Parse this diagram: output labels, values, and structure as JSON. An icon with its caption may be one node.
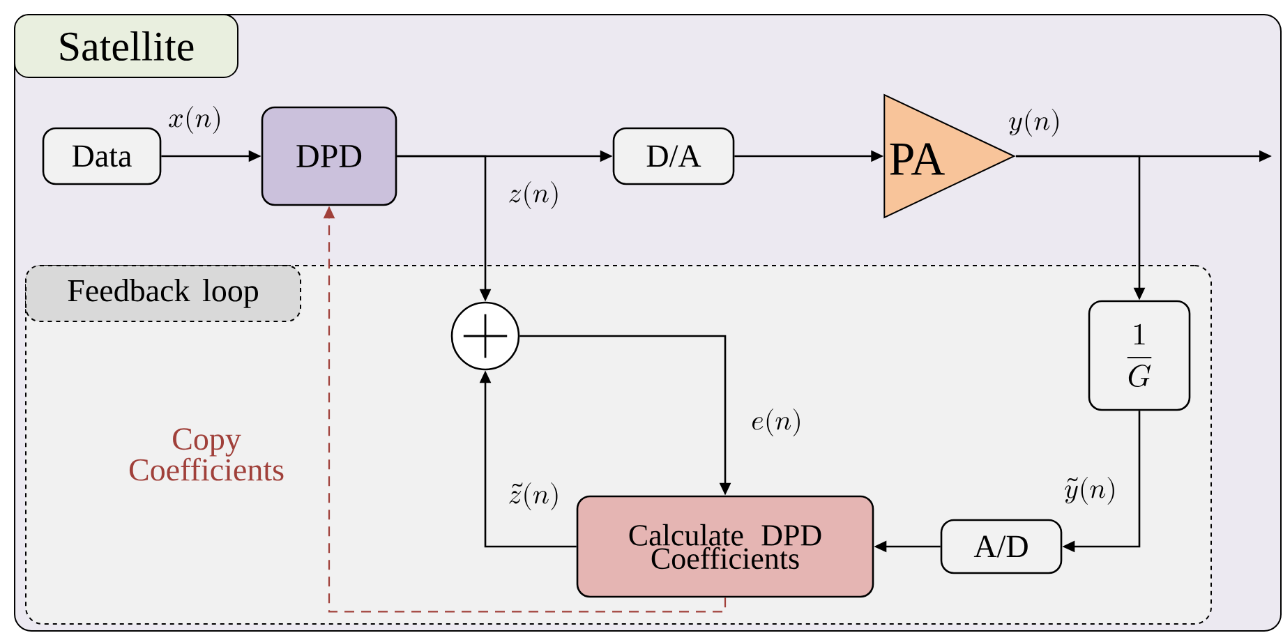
{
  "diagram": {
    "nodes": [
      {
        "text": [
          "Satellite"
        ]
      },
      {
        "text": [
          "Feedback loop"
        ],
        "in": 0
      },
      {
        "text": [
          "Data"
        ],
        "in": 0
      },
      {
        "text": [
          "DPD"
        ],
        "in": 0
      },
      {
        "text": [
          "D/A"
        ],
        "in": 0
      },
      {
        "text": [
          "PA"
        ],
        "in": 0
      },
      {
        "text": [],
        "shape": "circle",
        "in": 1
      },
      {
        "text": [
          "\\frac{1}{G}"
        ],
        "in": 1
      },
      {
        "text": [
          "A/D"
        ],
        "in": 1
      },
      {
        "text": [
          "Calculate DPD Coefficients"
        ],
        "in": 1
      }
    ],
    "edges": [
      {
        "from": 2,
        "to": 3,
        "arrow": "to",
        "label": "x(n)"
      },
      {
        "from": 3,
        "to": 4,
        "arrow": "to"
      },
      {
        "from": 3,
        "to": 6,
        "arrow": "to",
        "label": "z(n)"
      },
      {
        "from": 4,
        "to": 5,
        "arrow": "to"
      },
      {
        "from": 5,
        "to": null,
        "arrow": "to",
        "label": "y(n)"
      },
      {
        "from": 5,
        "to": 7,
        "arrow": "to"
      },
      {
        "from": 7,
        "to": 8,
        "arrow": "to",
        "label": "\\tilde{y}(n)"
      },
      {
        "from": 8,
        "to": 9,
        "arrow": "to"
      },
      {
        "from": 9,
        "to": 6,
        "arrow": "to",
        "label": "\\tilde{z}(n)"
      },
      {
        "from": 6,
        "to": 9,
        "arrow": "to",
        "label": "e(n)"
      },
      {
        "from": 9,
        "to": 3,
        "arrow": "to",
        "label": "Copy Coefficients",
        "style": "dashed",
        "color": "#a0403a"
      }
    ]
  }
}
